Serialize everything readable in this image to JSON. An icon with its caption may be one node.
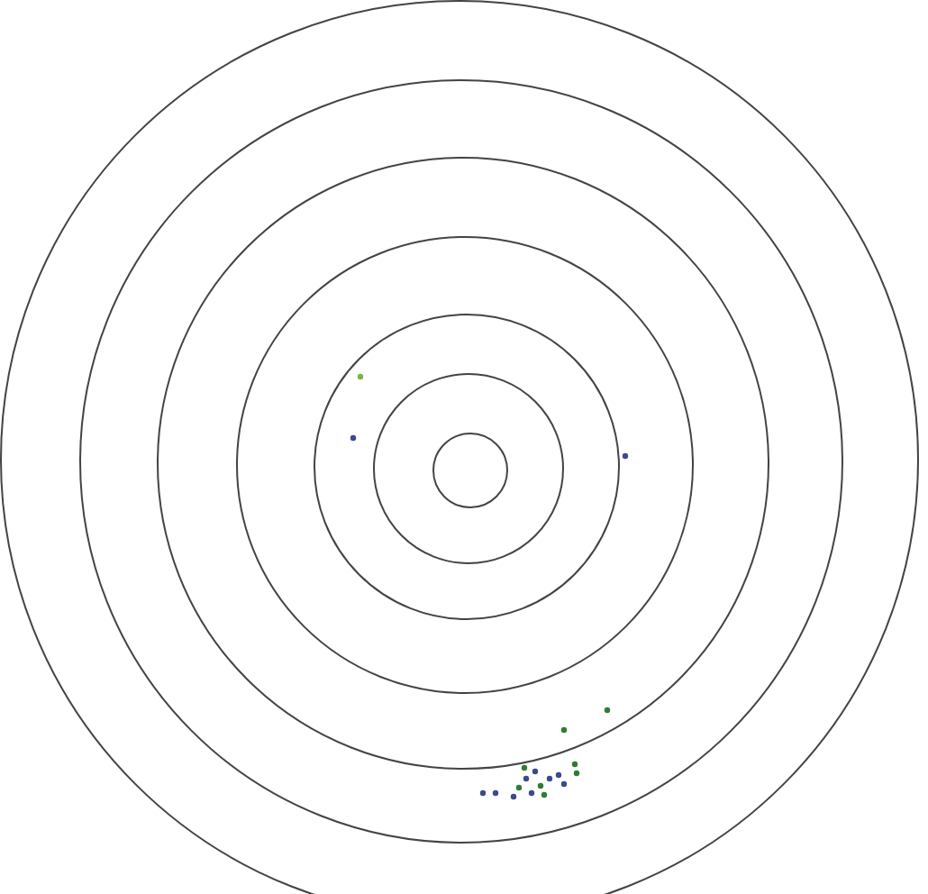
{
  "diagram": {
    "nodes": [
      {
        "text": [],
        "shape": "circle"
      },
      {
        "text": [],
        "shape": "circle",
        "in": 0
      },
      {
        "text": [],
        "shape": "circle",
        "in": 1
      },
      {
        "text": [],
        "shape": "circle",
        "in": 2
      },
      {
        "text": [],
        "shape": "circle",
        "in": 3
      },
      {
        "text": [],
        "shape": "circle",
        "in": 4
      },
      {
        "text": [],
        "shape": "circle",
        "in": 5
      }
    ]
  }
}
